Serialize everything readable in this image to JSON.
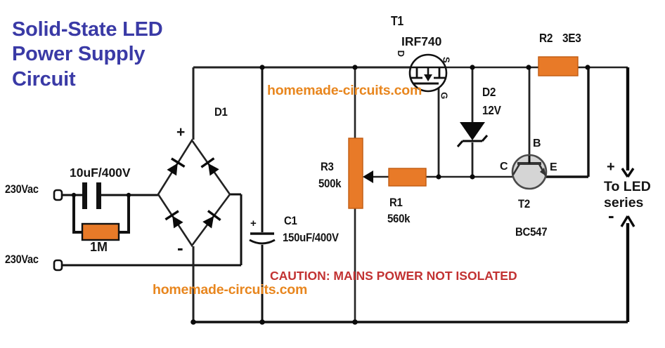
{
  "title": "Solid-State LED\nPower Supply\nCircuit",
  "watermarks": {
    "top": "homemade-circuits.com",
    "bottom": "homemade-circuits.com"
  },
  "caution": "CAUTION: MAINS POWER NOT ISOLATED",
  "mains": {
    "line1_label": "230Vac",
    "line2_label": "230Vac"
  },
  "components": {
    "input_capacitor": {
      "value": "10uF/400V"
    },
    "bleeder_resistor": {
      "value": "1M"
    },
    "bridge_rectifier": {
      "ref": "D1",
      "plus": "+",
      "minus": "-"
    },
    "filter_capacitor": {
      "ref": "C1",
      "value": "150uF/400V",
      "plus": "+"
    },
    "potentiometer": {
      "ref": "R3",
      "value": "500k"
    },
    "resistor_r1": {
      "ref": "R1",
      "value": "560k"
    },
    "mosfet": {
      "ref": "T1",
      "part": "IRF740",
      "drain": "D",
      "source": "S",
      "gate": "G"
    },
    "zener_diode": {
      "ref": "D2",
      "value": "12V"
    },
    "resistor_r2": {
      "ref": "R2",
      "value": "3E3"
    },
    "transistor": {
      "ref": "T2",
      "part": "BC547",
      "base": "B",
      "collector": "C",
      "emitter": "E"
    }
  },
  "output": {
    "plus": "+",
    "minus": "-",
    "label": "To LED\nseries"
  },
  "colors": {
    "title_blue": "#3A3AA6",
    "component_orange": "#E87A28",
    "watermark_orange": "#E8861E",
    "caution_red": "#C23232",
    "wire_dark": "#222222",
    "transistor_gray": "#D5D5D5"
  }
}
